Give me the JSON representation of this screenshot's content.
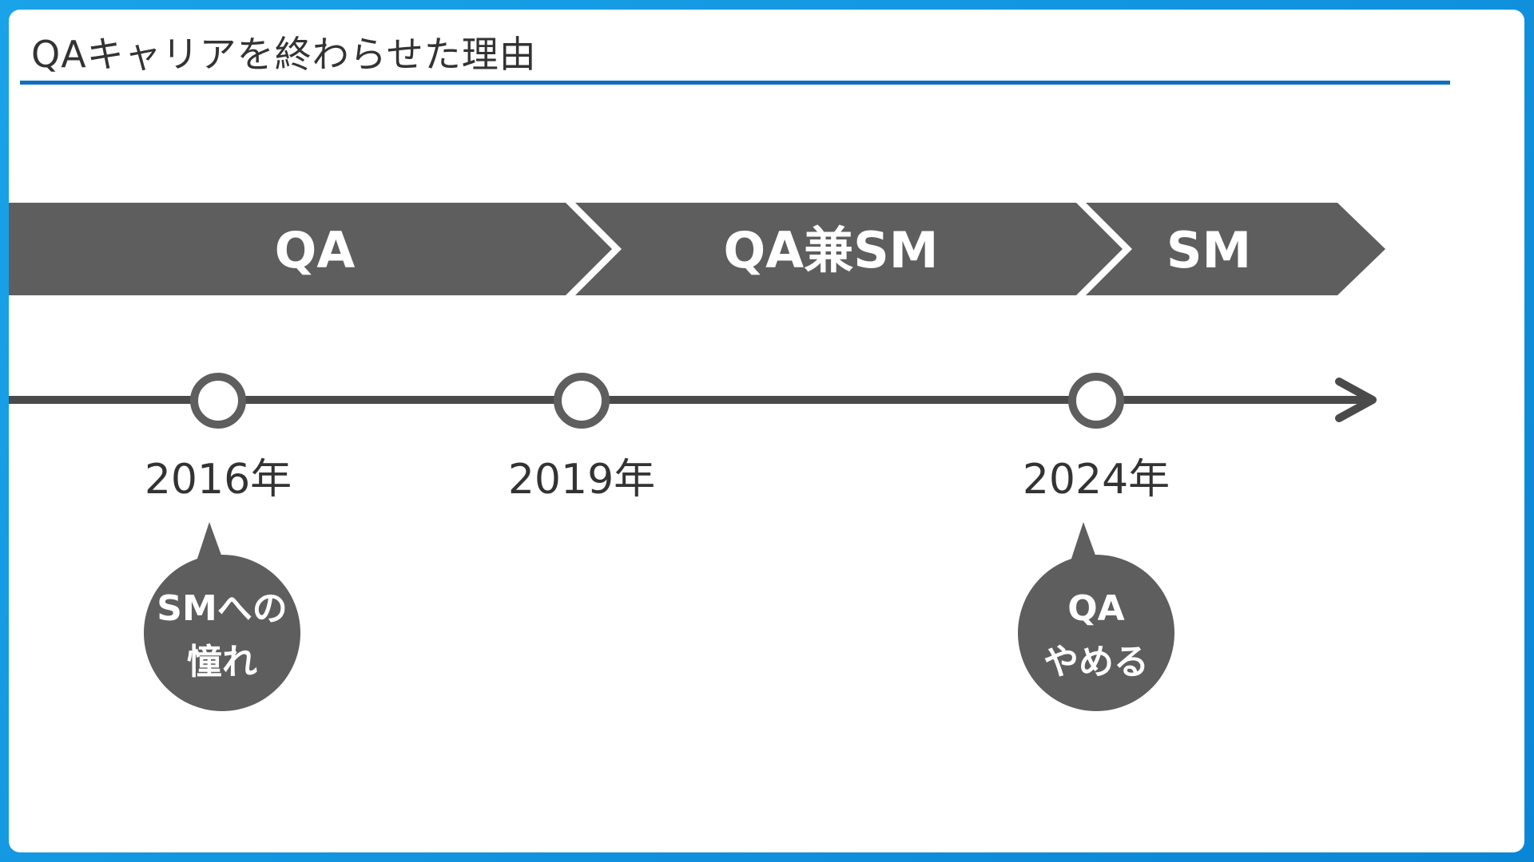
{
  "slide": {
    "title": "QAキャリアを終わらせた理由"
  },
  "colors": {
    "background_gradient_start": "#1aa3e8",
    "background_gradient_end": "#0a86d6",
    "title_rule": "#0f6fc1",
    "chevron_fill": "#5e5e5e",
    "timeline_line": "#4a4a4a",
    "bubble_fill": "#5e5e5e"
  },
  "phases": [
    {
      "label": "QA"
    },
    {
      "label": "QA兼SM"
    },
    {
      "label": "SM"
    }
  ],
  "timeline": {
    "milestones": [
      {
        "year_label": "2016年"
      },
      {
        "year_label": "2019年"
      },
      {
        "year_label": "2024年"
      }
    ]
  },
  "bubbles": [
    {
      "line1": "SMへの",
      "line2": "憧れ"
    },
    {
      "line1": "QA",
      "line2": "やめる"
    }
  ]
}
